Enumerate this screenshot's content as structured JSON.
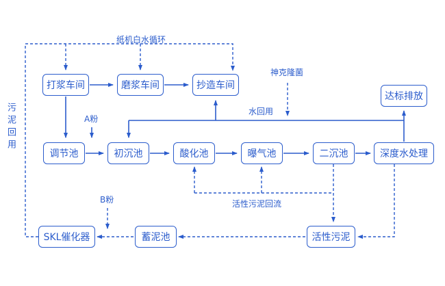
{
  "accent_color": "#2b5ccc",
  "diagram": {
    "nodes": {
      "pulping": {
        "label": "打浆车间"
      },
      "refining": {
        "label": "磨浆车间"
      },
      "papermaking": {
        "label": "抄造车间"
      },
      "discharge": {
        "label": "达标排放"
      },
      "regulating_tank": {
        "label": "调节池"
      },
      "primary_settling_tank": {
        "label": "初沉池"
      },
      "acidification_tank": {
        "label": "酸化池"
      },
      "aeration_tank": {
        "label": "曝气池"
      },
      "secondary_settling_tank": {
        "label": "二沉池"
      },
      "advanced_treatment": {
        "label": "深度水处理"
      },
      "skl_catalyst": {
        "label": "SKL催化器"
      },
      "sludge_storage_tank": {
        "label": "蓄泥池"
      },
      "activated_sludge": {
        "label": "活性污泥"
      }
    },
    "annotations": {
      "white_water_loop": "纸机白水循环",
      "microbial_agent": "神克隆菌",
      "water_reuse": "水回用",
      "powder_a": "A粉",
      "powder_b": "B粉",
      "activated_sludge_return": "活性污泥回流",
      "sludge_reuse": "污泥回用"
    }
  }
}
